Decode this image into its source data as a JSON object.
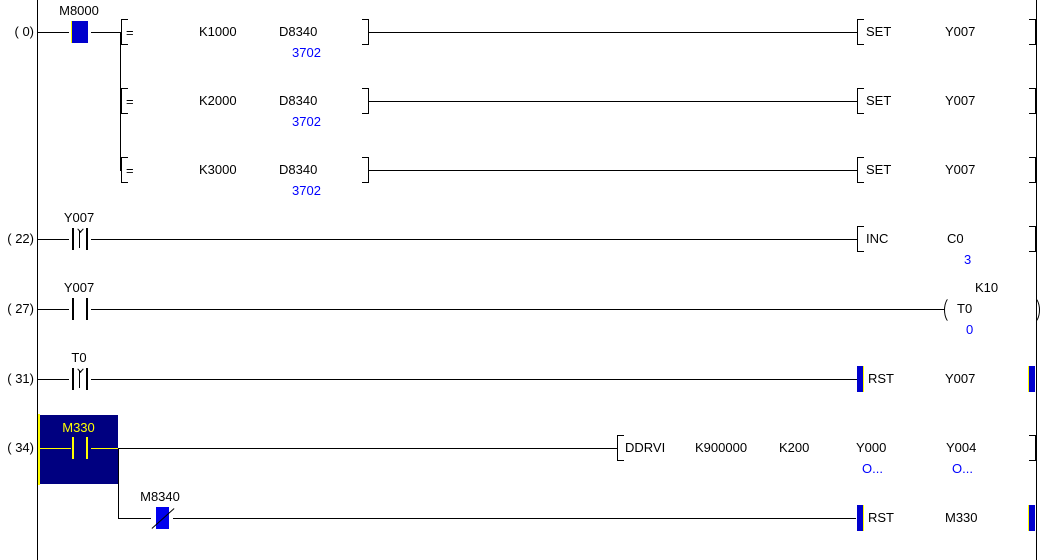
{
  "app": {
    "type": "plc-ladder-editor",
    "colors": {
      "wire": "#000000",
      "monitor_value": "#0000ff",
      "energized": "#0000cc",
      "selection_fill": "#000080",
      "selection_edge": "#ffff00",
      "background": "#ffffff"
    }
  },
  "rungs": [
    {
      "number": "(   0)",
      "branches": [
        {
          "contact": {
            "device": "M8000",
            "type": "NO",
            "state": "energized"
          },
          "compare": {
            "op": "=",
            "operand1": "K1000",
            "operand2": "D8340",
            "operand2_value": "3702"
          },
          "output": {
            "instruction": "SET",
            "device": "Y007",
            "highlight": false
          }
        },
        {
          "compare": {
            "op": "=",
            "operand1": "K2000",
            "operand2": "D8340",
            "operand2_value": "3702"
          },
          "output": {
            "instruction": "SET",
            "device": "Y007",
            "highlight": false
          }
        },
        {
          "compare": {
            "op": "=",
            "operand1": "K3000",
            "operand2": "D8340",
            "operand2_value": "3702"
          },
          "output": {
            "instruction": "SET",
            "device": "Y007",
            "highlight": false
          }
        }
      ]
    },
    {
      "number": "(  22)",
      "contact": {
        "device": "Y007",
        "type": "rising-edge",
        "state": "off"
      },
      "output": {
        "instruction": "INC",
        "device": "C0",
        "value": "3",
        "highlight": false
      }
    },
    {
      "number": "(  27)",
      "contact": {
        "device": "Y007",
        "type": "NO",
        "state": "off"
      },
      "coil": {
        "device": "T0",
        "preset": "K10",
        "value": "0"
      }
    },
    {
      "number": "(  31)",
      "contact": {
        "device": "T0",
        "type": "rising-edge",
        "state": "off"
      },
      "output": {
        "instruction": "RST",
        "device": "Y007",
        "highlight": true
      }
    },
    {
      "number": "(  34)",
      "selected_contact": {
        "device": "M330",
        "type": "NO",
        "selected": true
      },
      "output": {
        "instruction": "DDRVI",
        "operands": [
          "K900000",
          "K200",
          "Y000",
          "Y004"
        ],
        "operand_values": [
          "",
          "",
          "O...",
          "O..."
        ],
        "highlight": false
      },
      "branch": {
        "contact": {
          "device": "M8340",
          "type": "NC",
          "state": "energized"
        },
        "output": {
          "instruction": "RST",
          "device": "M330",
          "highlight": true
        }
      }
    }
  ]
}
